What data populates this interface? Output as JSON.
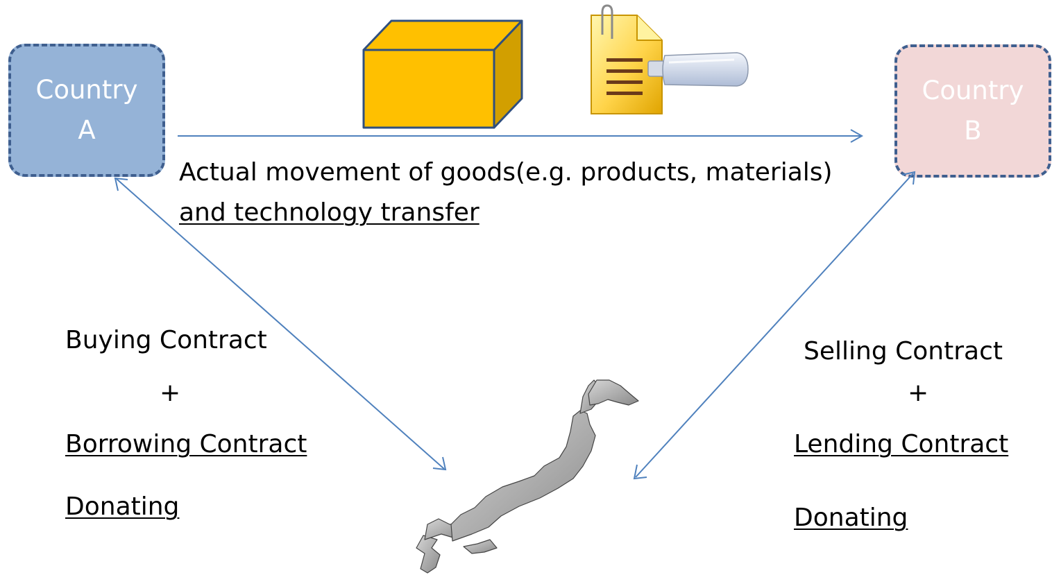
{
  "country_a": {
    "line1": "Country",
    "line2": "A"
  },
  "country_b": {
    "line1": "Country",
    "line2": "B"
  },
  "movement": {
    "line1": "Actual movement of goods(e.g. products, materials)",
    "line2": "and technology transfer"
  },
  "left_block": {
    "buying": "Buying Contract",
    "plus": "+",
    "borrowing": "Borrowing Contract",
    "donating": "Donating"
  },
  "right_block": {
    "selling": "Selling Contract",
    "plus": "+",
    "lending": "Lending Contract",
    "donating": "Donating "
  },
  "icons": [
    "box-icon",
    "document-icon",
    "usb-drive-icon",
    "japan-map-icon"
  ],
  "colors": {
    "country_a_fill": "#95b3d7",
    "country_b_fill": "#f2d7d7",
    "border": "#3f5f8f",
    "arrow": "#4f81bd",
    "box_front": "#ffc000",
    "box_side": "#d29f00"
  }
}
